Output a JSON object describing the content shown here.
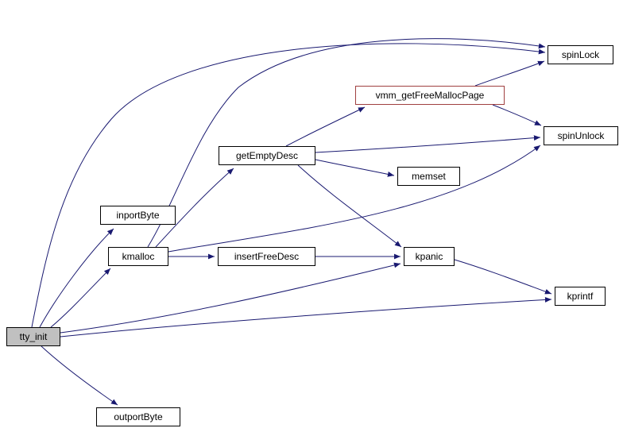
{
  "diagram": {
    "type": "call-graph",
    "root": "tty_init",
    "colors": {
      "edge": "#191970",
      "node_border": "#000000",
      "node_fill": "#ffffff",
      "root_fill": "#c0c0c0",
      "highlight_border": "#a04040",
      "text": "#000000",
      "background": "#ffffff"
    },
    "nodes": [
      {
        "id": "tty_init",
        "label": "tty_init",
        "style": "root"
      },
      {
        "id": "inportByte",
        "label": "inportByte",
        "style": "normal"
      },
      {
        "id": "outportByte",
        "label": "outportByte",
        "style": "normal"
      },
      {
        "id": "kmalloc",
        "label": "kmalloc",
        "style": "normal"
      },
      {
        "id": "insertFreeDesc",
        "label": "insertFreeDesc",
        "style": "normal"
      },
      {
        "id": "getEmptyDesc",
        "label": "getEmptyDesc",
        "style": "normal"
      },
      {
        "id": "vmm_getFreeMallocPage",
        "label": "vmm_getFreeMallocPage",
        "style": "highlight"
      },
      {
        "id": "memset",
        "label": "memset",
        "style": "normal"
      },
      {
        "id": "kpanic",
        "label": "kpanic",
        "style": "normal"
      },
      {
        "id": "kprintf",
        "label": "kprintf",
        "style": "normal"
      },
      {
        "id": "spinLock",
        "label": "spinLock",
        "style": "normal"
      },
      {
        "id": "spinUnlock",
        "label": "spinUnlock",
        "style": "normal"
      }
    ],
    "edges": [
      {
        "from": "tty_init",
        "to": "inportByte"
      },
      {
        "from": "tty_init",
        "to": "kmalloc"
      },
      {
        "from": "tty_init",
        "to": "outportByte"
      },
      {
        "from": "tty_init",
        "to": "kpanic"
      },
      {
        "from": "tty_init",
        "to": "kprintf"
      },
      {
        "from": "tty_init",
        "to": "spinLock"
      },
      {
        "from": "kmalloc",
        "to": "insertFreeDesc"
      },
      {
        "from": "kmalloc",
        "to": "getEmptyDesc"
      },
      {
        "from": "kmalloc",
        "to": "spinLock"
      },
      {
        "from": "kmalloc",
        "to": "spinUnlock"
      },
      {
        "from": "insertFreeDesc",
        "to": "kpanic"
      },
      {
        "from": "getEmptyDesc",
        "to": "vmm_getFreeMallocPage"
      },
      {
        "from": "getEmptyDesc",
        "to": "memset"
      },
      {
        "from": "getEmptyDesc",
        "to": "kpanic"
      },
      {
        "from": "getEmptyDesc",
        "to": "spinUnlock"
      },
      {
        "from": "vmm_getFreeMallocPage",
        "to": "spinLock"
      },
      {
        "from": "vmm_getFreeMallocPage",
        "to": "spinUnlock"
      },
      {
        "from": "kpanic",
        "to": "kprintf"
      }
    ]
  }
}
